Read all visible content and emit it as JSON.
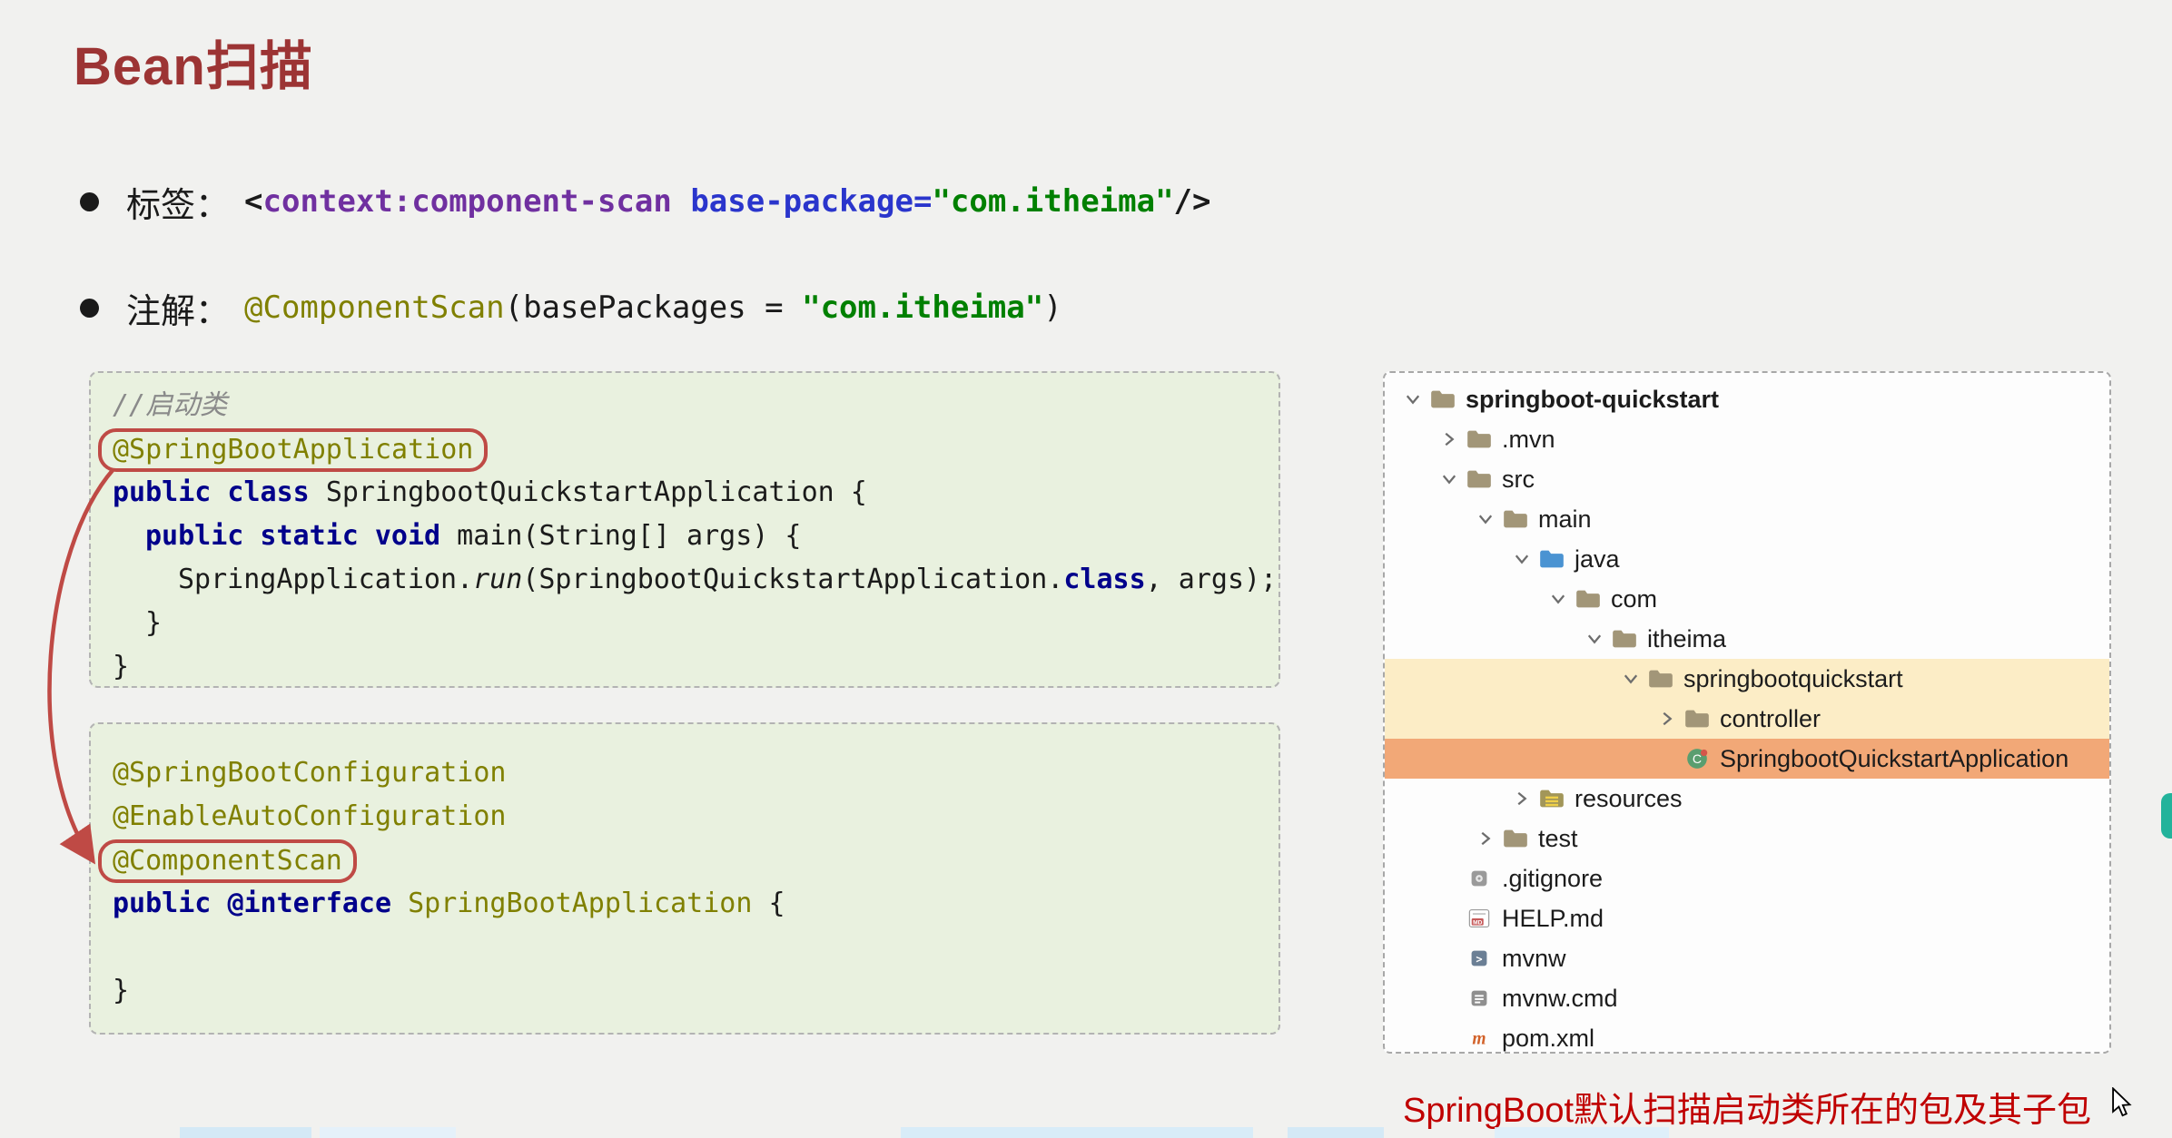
{
  "slide": {
    "title": "Bean扫描",
    "caption": "SpringBoot默认扫描启动类所在的包及其子包"
  },
  "bullet_tag": {
    "label": "标签：",
    "lt": "<",
    "tag": "context:component-scan",
    "attr": " base-package",
    "eq": "=",
    "value": "\"com.itheima\"",
    "close": "/>"
  },
  "bullet_anno": {
    "label": "注解：",
    "annotation": "@ComponentScan",
    "open": "(basePackages = ",
    "value": "\"com.itheima\"",
    "close": ")"
  },
  "code_launcher": {
    "comment": "//启动类",
    "annotation": "@SpringBootApplication",
    "class_kw": "public class ",
    "class_rest": "SpringbootQuickstartApplication {",
    "main_kw": "public static void ",
    "main_rest": "main(String[] args) {",
    "run_pre": "SpringApplication.",
    "run_fn": "run",
    "run_mid": "(SpringbootQuickstartApplication.",
    "run_cls": "class",
    "run_post": ", args);",
    "brace_inner": "}",
    "brace_outer": "}"
  },
  "code_annotation": {
    "anno1": "@SpringBootConfiguration",
    "anno2": "@EnableAutoConfiguration",
    "anno3": "@ComponentScan",
    "decl_kw1": "public ",
    "decl_kw2": "@interface ",
    "decl_name": "SpringBootApplication",
    "decl_brace": " {",
    "close": "}"
  },
  "tree": {
    "items": [
      {
        "label": "springboot-quickstart",
        "level": 0,
        "chevron": "down",
        "icon": "folder",
        "bold": true,
        "highlight": null
      },
      {
        "label": ".mvn",
        "level": 1,
        "chevron": "right",
        "icon": "folder",
        "bold": false,
        "highlight": null
      },
      {
        "label": "src",
        "level": 1,
        "chevron": "down",
        "icon": "folder",
        "bold": false,
        "highlight": null
      },
      {
        "label": "main",
        "level": 2,
        "chevron": "down",
        "icon": "folder",
        "bold": false,
        "highlight": null
      },
      {
        "label": "java",
        "level": 3,
        "chevron": "down",
        "icon": "folder-java",
        "bold": false,
        "highlight": null
      },
      {
        "label": "com",
        "level": 4,
        "chevron": "down",
        "icon": "folder",
        "bold": false,
        "highlight": null
      },
      {
        "label": "itheima",
        "level": 5,
        "chevron": "down",
        "icon": "folder",
        "bold": false,
        "highlight": null
      },
      {
        "label": "springbootquickstart",
        "level": 6,
        "chevron": "down",
        "icon": "folder",
        "bold": false,
        "highlight": "yellow"
      },
      {
        "label": "controller",
        "level": 7,
        "chevron": "right",
        "icon": "folder",
        "bold": false,
        "highlight": "yellow"
      },
      {
        "label": "SpringbootQuickstartApplication",
        "level": 7,
        "chevron": "none",
        "icon": "class",
        "bold": false,
        "highlight": "orange"
      },
      {
        "label": "resources",
        "level": 3,
        "chevron": "right",
        "icon": "folder-resources",
        "bold": false,
        "highlight": null
      },
      {
        "label": "test",
        "level": 2,
        "chevron": "right",
        "icon": "folder",
        "bold": false,
        "highlight": null
      },
      {
        "label": ".gitignore",
        "level": 1,
        "chevron": "none",
        "icon": "git-file",
        "bold": false,
        "highlight": null
      },
      {
        "label": "HELP.md",
        "level": 1,
        "chevron": "none",
        "icon": "md-file",
        "bold": false,
        "highlight": null
      },
      {
        "label": "mvnw",
        "level": 1,
        "chevron": "none",
        "icon": "script-file",
        "bold": false,
        "highlight": null
      },
      {
        "label": "mvnw.cmd",
        "level": 1,
        "chevron": "none",
        "icon": "cmd-file",
        "bold": false,
        "highlight": null
      },
      {
        "label": "pom.xml",
        "level": 1,
        "chevron": "none",
        "icon": "maven-file",
        "bold": false,
        "highlight": null
      }
    ]
  },
  "colors": {
    "title": "#9c3434",
    "xml_tag": "#7030a0",
    "xml_attr": "#2a35cc",
    "string_green": "#008000",
    "annotation_olive": "#808000",
    "keyword_navy": "#00008b",
    "accent_red": "#bf4a45",
    "caption_red": "#c00000",
    "highlight_yellow": "#fcedc6",
    "highlight_orange": "#f2a877"
  }
}
